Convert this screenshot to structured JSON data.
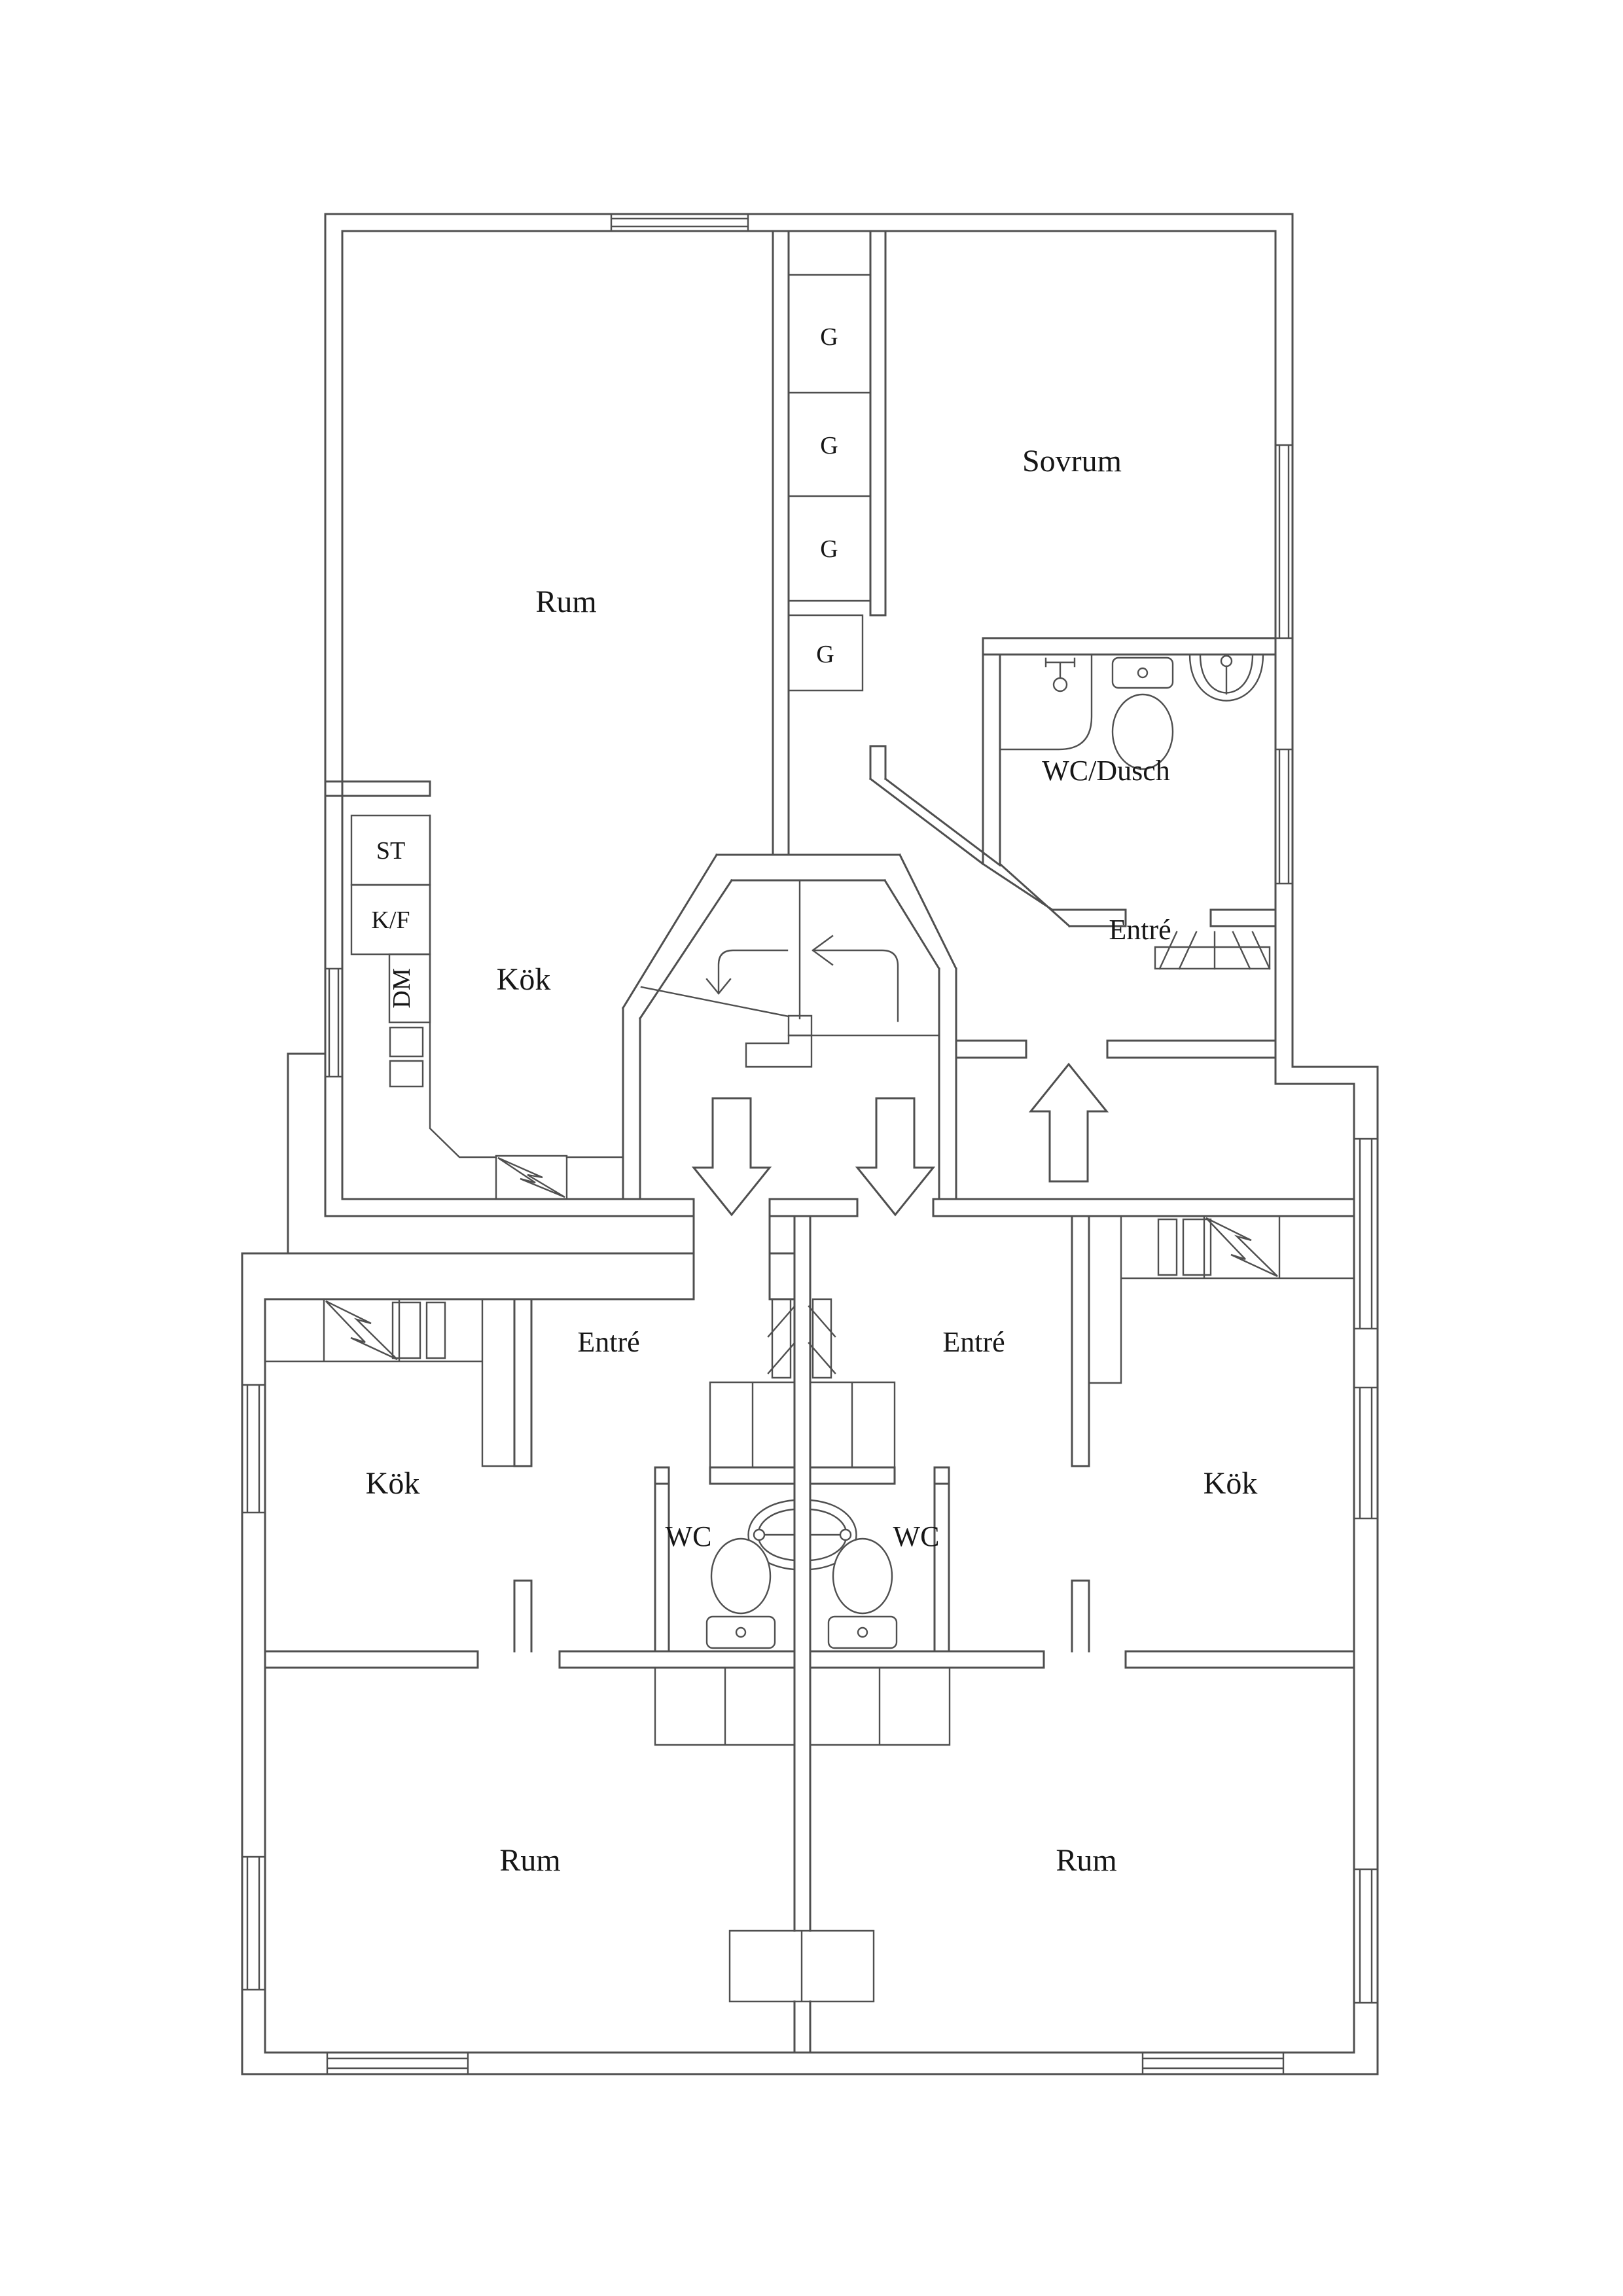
{
  "meta": {
    "kind": "architectural-floor-plan",
    "language": "sv"
  },
  "colors": {
    "background": "#ffffff",
    "wall_line": "#4f4f4f",
    "text": "#161616"
  },
  "upper_floor": {
    "rum": "Rum",
    "sovrum": "Sovrum",
    "wc_dusch": "WC/Dusch",
    "entre": "Entré",
    "kok": "Kök",
    "pantry": "ST",
    "fridge_freezer": "K/F",
    "dishwasher": "DM",
    "wardrobe": "G"
  },
  "lower_floor": {
    "left_apartment": {
      "entre": "Entré",
      "wc": "WC",
      "kok": "Kök",
      "rum": "Rum"
    },
    "right_apartment": {
      "entre": "Entré",
      "wc": "WC",
      "kok": "Kök",
      "rum": "Rum"
    }
  }
}
